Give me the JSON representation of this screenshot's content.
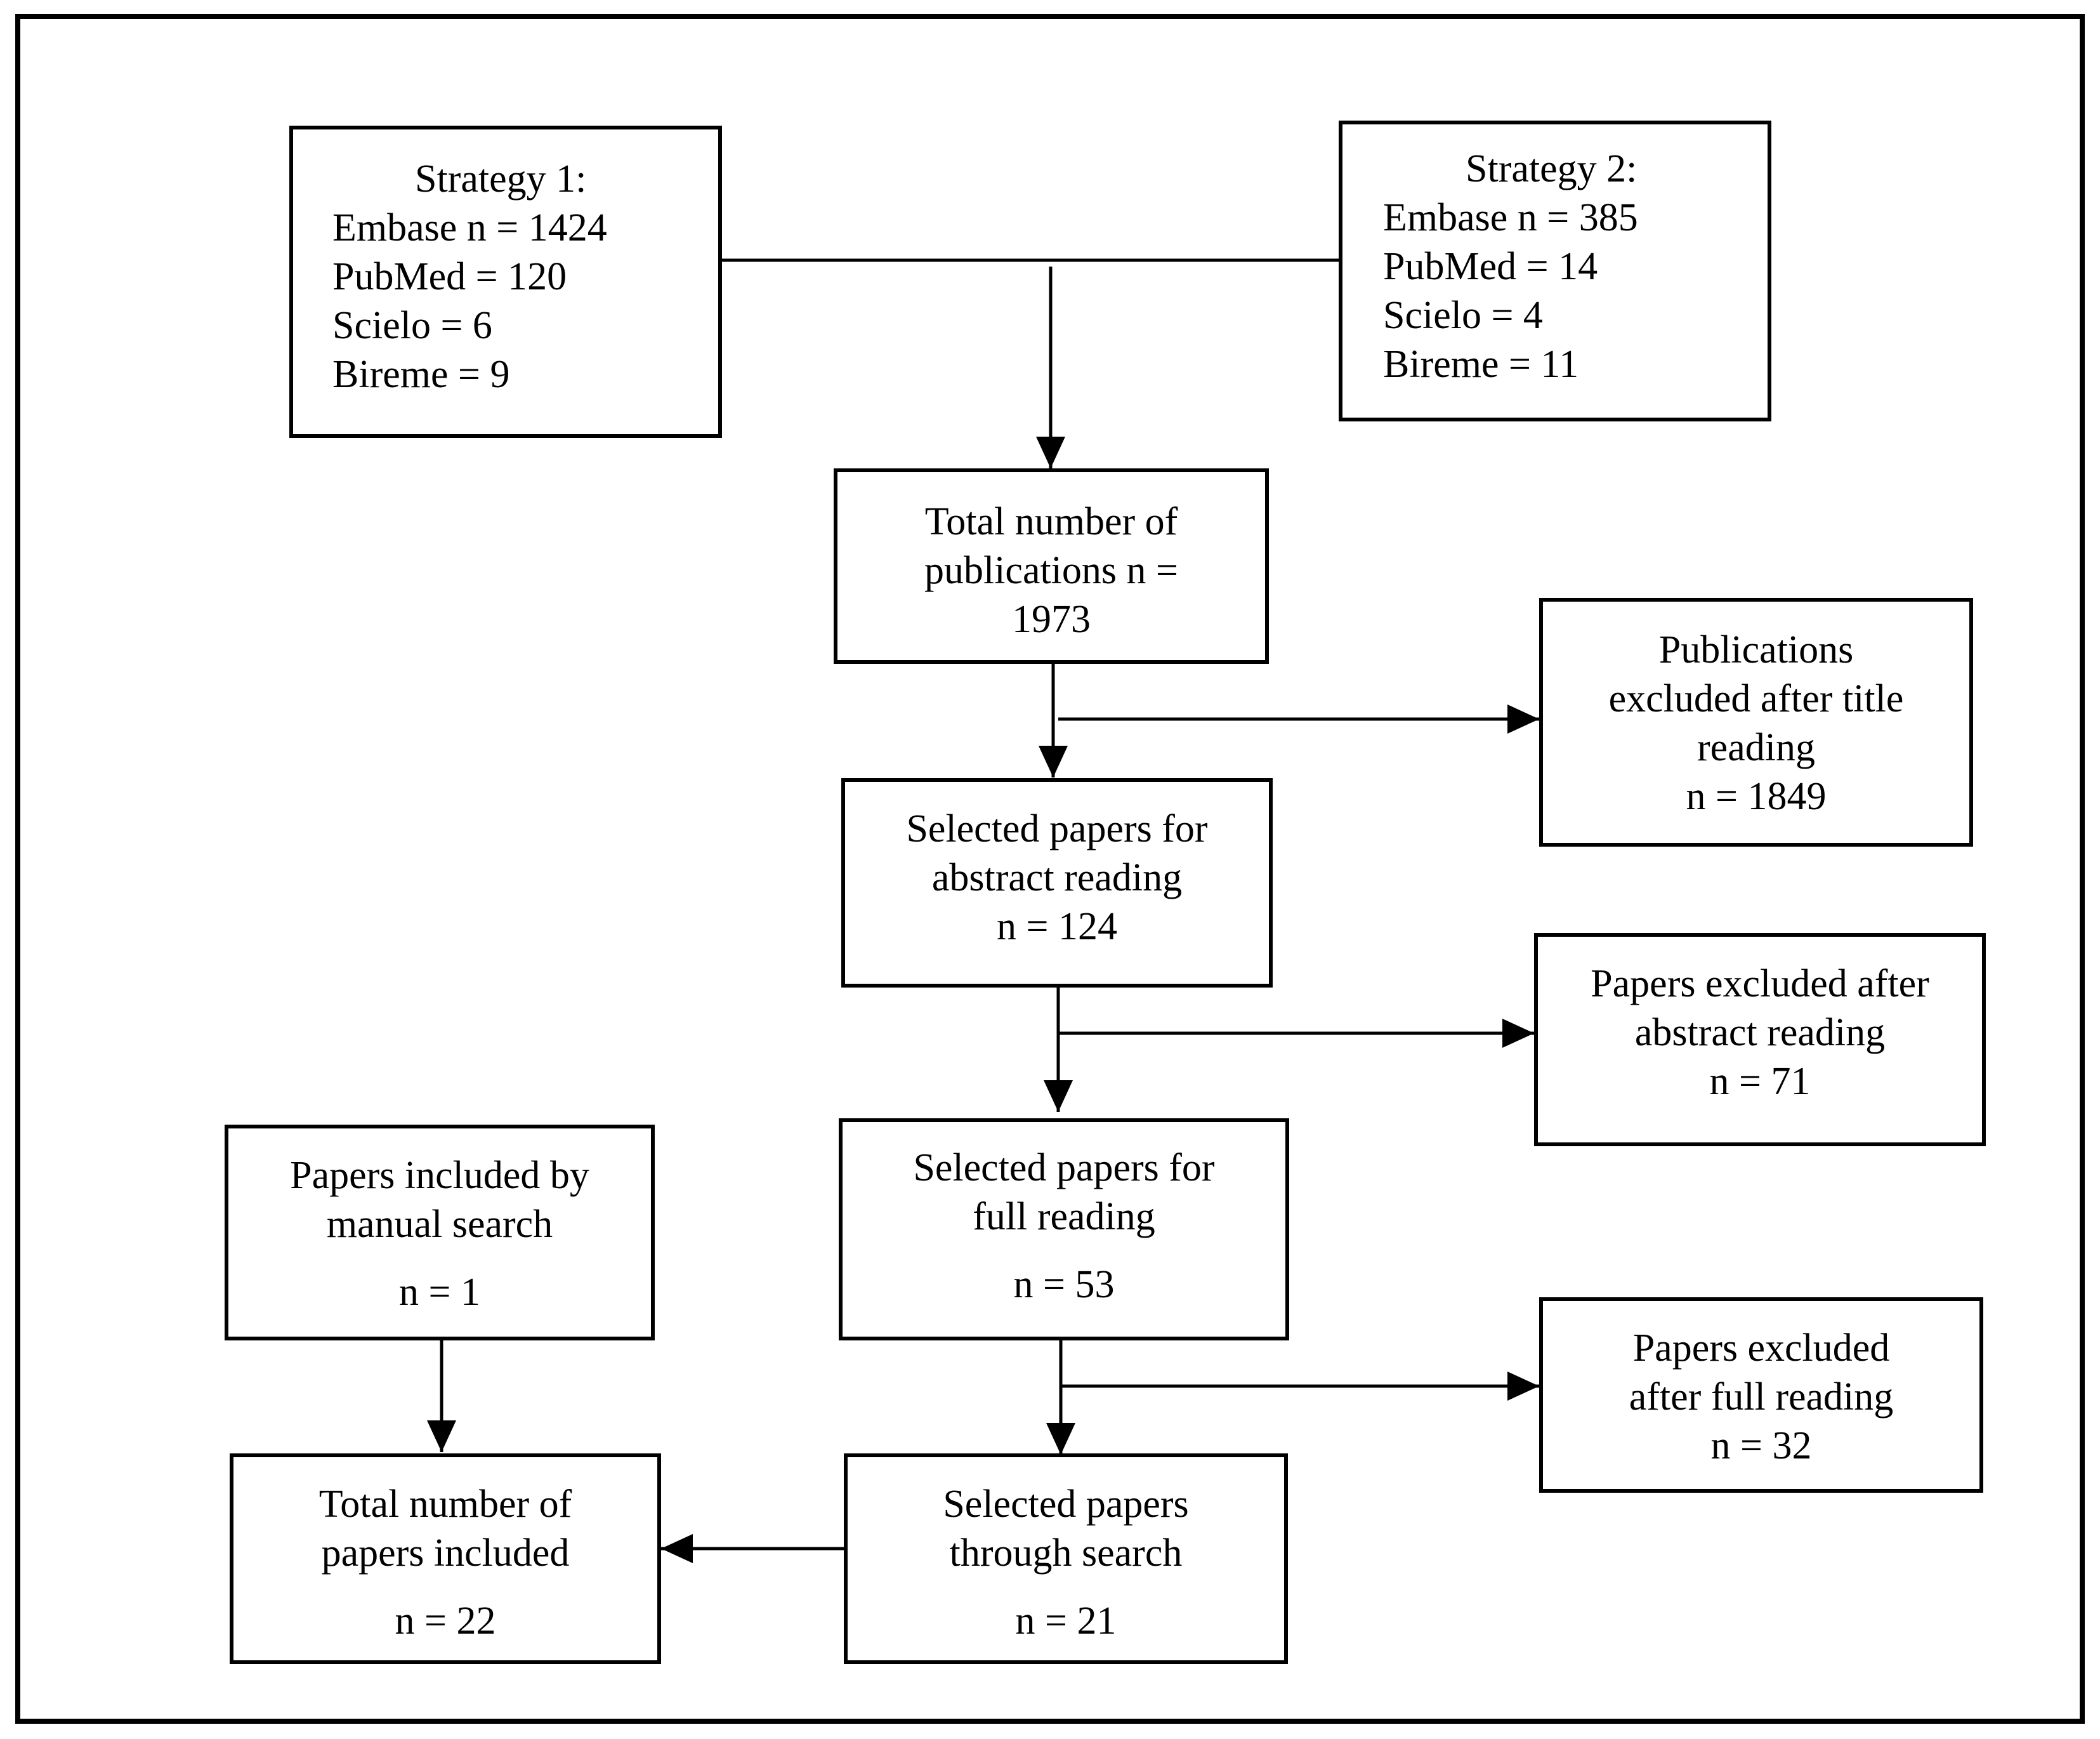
{
  "strategy1": {
    "title": "Strategy 1:",
    "lines": [
      "Embase n = 1424",
      "PubMed = 120",
      "Scielo = 6",
      "Bireme = 9"
    ]
  },
  "strategy2": {
    "title": "Strategy 2:",
    "lines": [
      "Embase n = 385",
      "PubMed = 14",
      "Scielo = 4",
      "Bireme = 11"
    ]
  },
  "total_publications": {
    "lines": [
      "Total number of",
      "publications n =",
      "1973"
    ]
  },
  "excluded_title": {
    "lines": [
      "Publications",
      "excluded after title",
      "reading",
      "n = 1849"
    ]
  },
  "selected_abstract": {
    "lines": [
      "Selected papers for",
      "abstract reading",
      "n = 124"
    ]
  },
  "excluded_abstract": {
    "lines": [
      "Papers excluded after",
      "abstract reading",
      "n = 71"
    ]
  },
  "selected_full": {
    "lines": [
      "Selected papers for",
      "full reading"
    ],
    "count": "n = 53"
  },
  "excluded_full": {
    "lines": [
      "Papers excluded",
      "after full reading",
      "n = 32"
    ]
  },
  "manual_search": {
    "lines": [
      "Papers included by",
      "manual search"
    ],
    "count": "n = 1"
  },
  "selected_search": {
    "lines": [
      "Selected papers",
      "through search"
    ],
    "count": "n = 21"
  },
  "total_included": {
    "lines": [
      "Total number of",
      "papers included"
    ],
    "count": "n = 22"
  }
}
